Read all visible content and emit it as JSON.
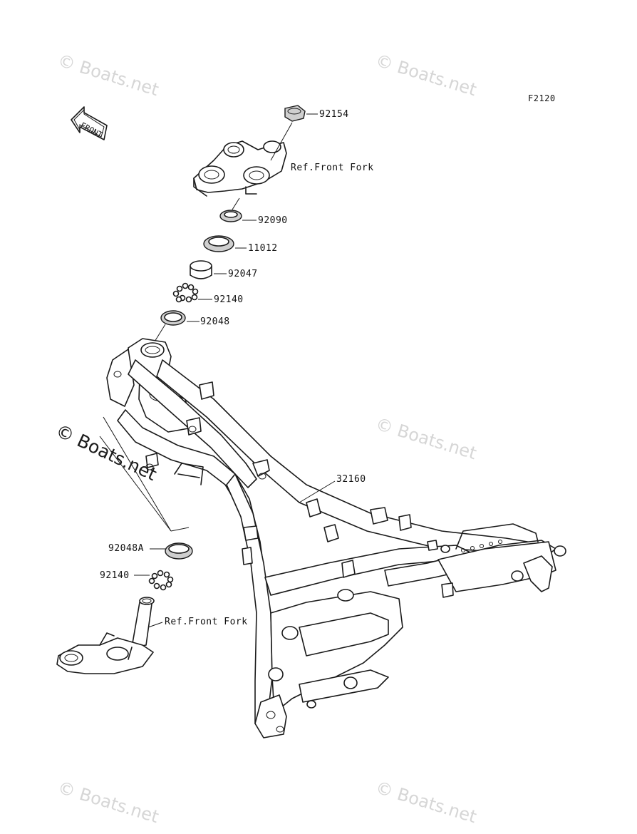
{
  "figure_code": "F2120",
  "front_arrow_text": "FRONT",
  "watermark_text": "© Boats.net",
  "callouts": [
    {
      "id": "92154",
      "text": "92154"
    },
    {
      "id": "ref-front-fork-upper",
      "text": "Ref.Front Fork"
    },
    {
      "id": "92090",
      "text": "92090"
    },
    {
      "id": "11012",
      "text": "11012"
    },
    {
      "id": "92047",
      "text": "92047"
    },
    {
      "id": "92140-upper",
      "text": "92140"
    },
    {
      "id": "92048",
      "text": "92048"
    },
    {
      "id": "32160",
      "text": "32160"
    },
    {
      "id": "92048A",
      "text": "92048A"
    },
    {
      "id": "92140-lower",
      "text": "92140"
    },
    {
      "id": "ref-front-fork-lower",
      "text": "Ref.Front Fork"
    }
  ],
  "colors": {
    "line": "#1a1a1a",
    "watermark": "#d6d6d6",
    "background": "#ffffff"
  }
}
